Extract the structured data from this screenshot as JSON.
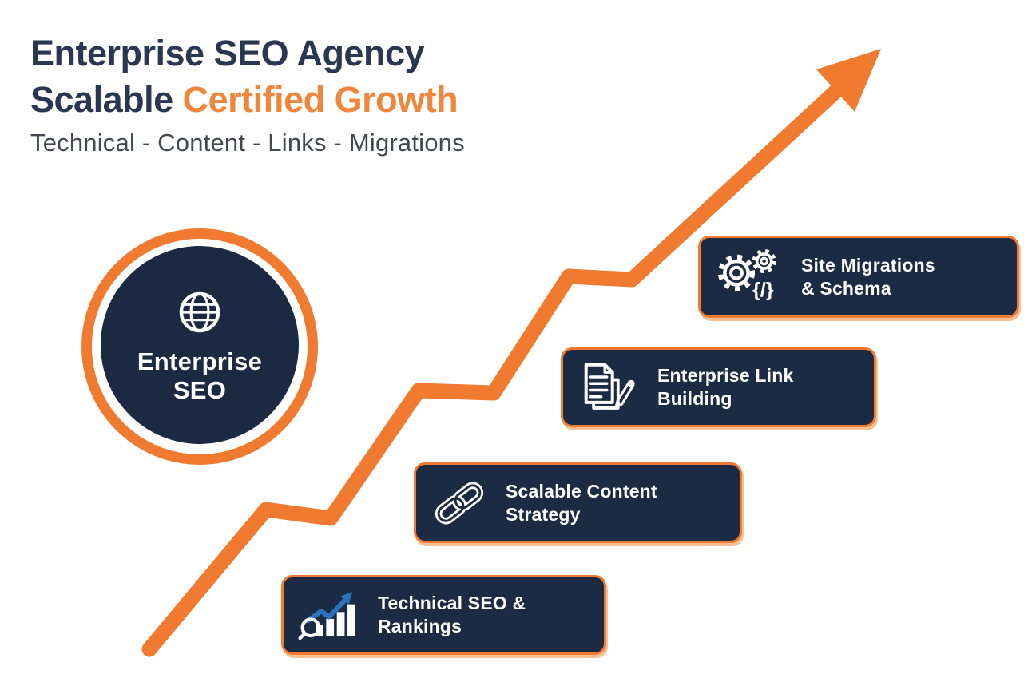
{
  "header": {
    "title_line1": "Enterprise SEO Agency",
    "title_line2_dark": "Scalable ",
    "title_line2_accent": "Certified Growth",
    "subtitle": "Technical - Content - Links - Migrations"
  },
  "hub": {
    "label": "Enterprise\nSEO",
    "icon": "globe-icon"
  },
  "steps": [
    {
      "label": "Technical SEO & Rankings",
      "icon": "bar-chart-trend-icon"
    },
    {
      "label": "Scalable Content Strategy",
      "icon": "chain-link-icon"
    },
    {
      "label": "Enterprise Link Building",
      "icon": "document-pencil-icon"
    },
    {
      "label": "Site Migrations\n& Schema",
      "icon": "gears-code-icon",
      "code_glyph": "{/}"
    }
  ],
  "colors": {
    "accent_orange": "#EF7A30",
    "accent_orange_text": "#EF863B",
    "box_navy": "#1C2B44",
    "hub_navy": "#1B2A42",
    "title_navy": "#2A3750",
    "subtitle_gray": "#43474F",
    "icon_blue": "#2E72BE",
    "white": "#FFFFFF"
  }
}
